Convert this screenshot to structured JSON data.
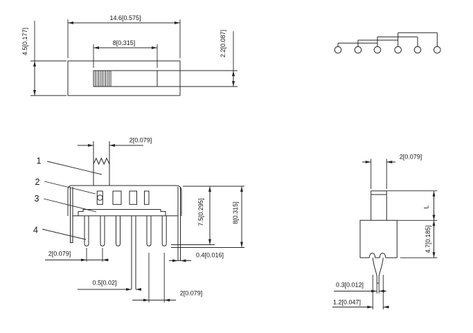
{
  "colors": {
    "background": "#ffffff",
    "line": "#262626",
    "text": "#111111"
  },
  "top_view": {
    "dim_overall_width": "14.6[0.575]",
    "dim_slot_length": "8[0.315]",
    "dim_body_height": "4.5[0.177]",
    "dim_knob_width": "2.2[0.087]"
  },
  "front_view": {
    "callout_1": "1",
    "callout_2": "2",
    "callout_3": "3",
    "callout_4": "4",
    "dim_actuator_width": "2[0.079]",
    "dim_body_to_pin_tip": "7.5[0.295]",
    "dim_overall_height": "8[0.315]",
    "dim_bracket_thickness": "0.4[0.016]",
    "dim_pin_pitch_left": "2[0.079]",
    "dim_pin_width": "0.5[0.02]",
    "dim_pin_pitch_right": "2[0.079]"
  },
  "side_view": {
    "dim_actuator_thickness": "2[0.079]",
    "dim_actuator_length": "L",
    "dim_body_depth": "4.7[0.185]",
    "dim_pin_tip_width": "0.3[0.012]",
    "dim_pin_base_width": "1.2[0.047]"
  }
}
